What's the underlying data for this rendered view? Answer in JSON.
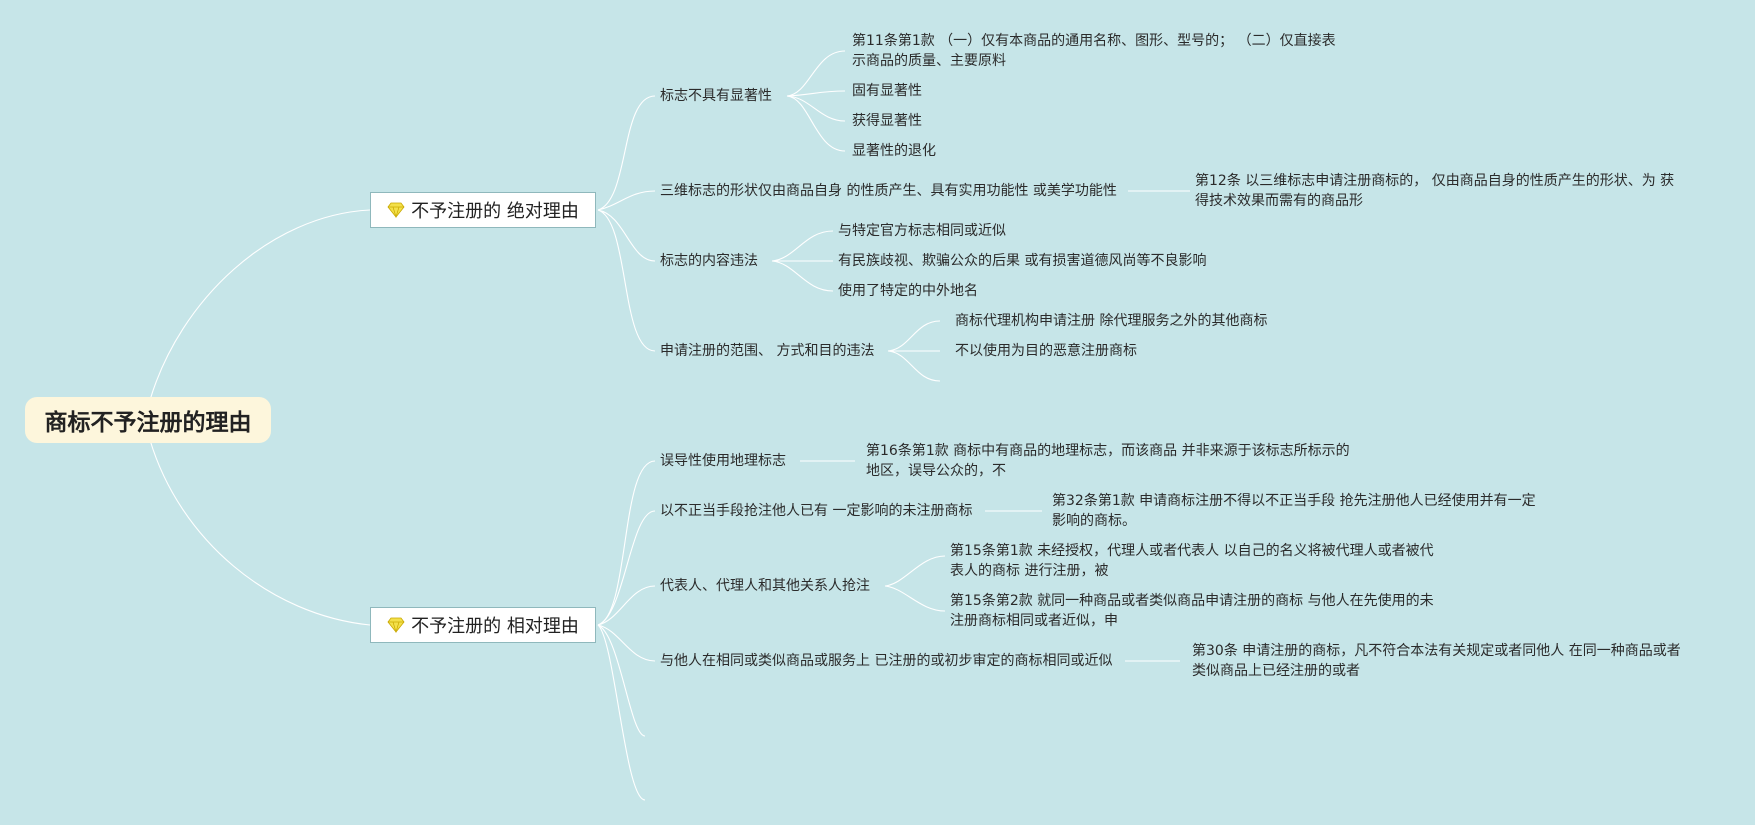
{
  "root": {
    "title": "商标不予注册的理由"
  },
  "branches": [
    {
      "label": "不予注册的 绝对理由",
      "icon": "gem-icon",
      "children": [
        {
          "label": "标志不具有显著性",
          "children": [
            "第11条第1款 （一）仅有本商品的通用名称、图形、型号的； （二）仅直接表示商品的质量、主要原料",
            "固有显著性",
            "获得显著性",
            "显著性的退化"
          ]
        },
        {
          "label": "三维标志的形状仅由商品自身 的性质产生、具有实用功能性 或美学功能性",
          "children": [
            "第12条 以三维标志申请注册商标的， 仅由商品自身的性质产生的形状、为 获得技术效果而需有的商品形"
          ]
        },
        {
          "label": "标志的内容违法",
          "children": [
            "与特定官方标志相同或近似",
            "有民族歧视、欺骗公众的后果 或有损害道德风尚等不良影响",
            "使用了特定的中外地名"
          ]
        },
        {
          "label": "申请注册的范围、 方式和目的违法",
          "children": [
            "商标代理机构申请注册 除代理服务之外的其他商标",
            "不以使用为目的恶意注册商标"
          ]
        }
      ]
    },
    {
      "label": "不予注册的 相对理由",
      "icon": "gem-icon",
      "children": [
        {
          "label": "误导性使用地理标志",
          "children": [
            "第16条第1款 商标中有商品的地理标志，而该商品 并非来源于该标志所标示的地区，误导公众的，不"
          ]
        },
        {
          "label": "以不正当手段抢注他人已有 一定影响的未注册商标",
          "children": [
            "第32条第1款 申请商标注册不得以不正当手段 抢先注册他人已经使用并有一定影响的商标。"
          ]
        },
        {
          "label": "代表人、代理人和其他关系人抢注",
          "children": [
            "第15条第1款 未经授权，代理人或者代表人 以自己的名义将被代理人或者被代表人的商标 进行注册，被",
            "第15条第2款 就同一种商品或者类似商品申请注册的商标 与他人在先使用的未注册商标相同或者近似，申"
          ]
        },
        {
          "label": "与他人在相同或类似商品或服务上 已注册的或初步审定的商标相同或近似",
          "children": [
            "第30条 申请注册的商标，凡不符合本法有关规定或者同他人 在同一种商品或者类似商品上已经注册的或者"
          ]
        }
      ]
    }
  ],
  "colors": {
    "background": "#c6e5e8",
    "connector": "#ffffff",
    "root_fill": "#fdf6dc",
    "gem": "#f3e04a"
  }
}
